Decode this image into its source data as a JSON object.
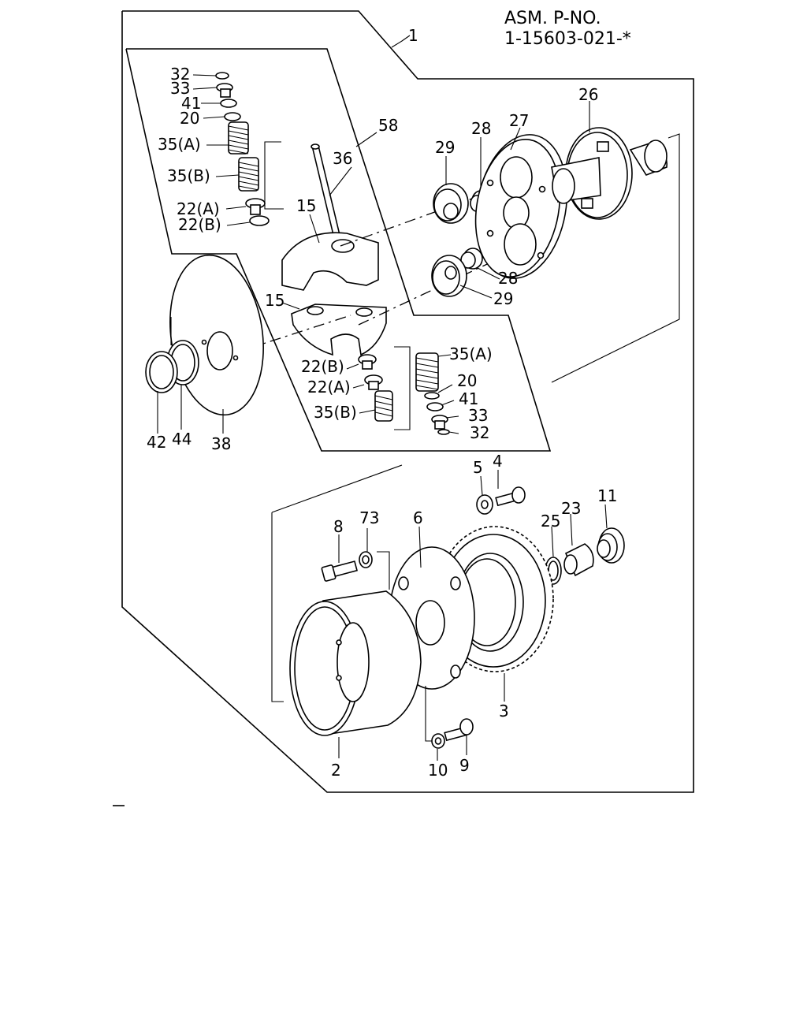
{
  "header": {
    "line1": "ASM. P-NO.",
    "line2": "1-15603-021-*"
  },
  "callouts": {
    "c1": "1",
    "c32a": "32",
    "c33a": "33",
    "c41a": "41",
    "c20a": "20",
    "c35Aa": "35(A)",
    "c35Ba": "35(B)",
    "c22Aa": "22(A)",
    "c22Ba": "22(B)",
    "c36": "36",
    "c58": "58",
    "c15a": "15",
    "c15b": "15",
    "c29a": "29",
    "c28a": "28",
    "c27": "27",
    "c26": "26",
    "c28b": "28",
    "c29b": "29",
    "c35Ab": "35(A)",
    "c20b": "20",
    "c41b": "41",
    "c33b": "33",
    "c32b": "32",
    "c22Bb": "22(B)",
    "c22Ab": "22(A)",
    "c35Bb": "35(B)",
    "c42": "42",
    "c44": "44",
    "c38": "38",
    "c5": "5",
    "c4": "4",
    "c8": "8",
    "c73": "73",
    "c6": "6",
    "c25": "25",
    "c23": "23",
    "c11": "11",
    "c2": "2",
    "c3": "3",
    "c10": "10",
    "c9": "9"
  }
}
